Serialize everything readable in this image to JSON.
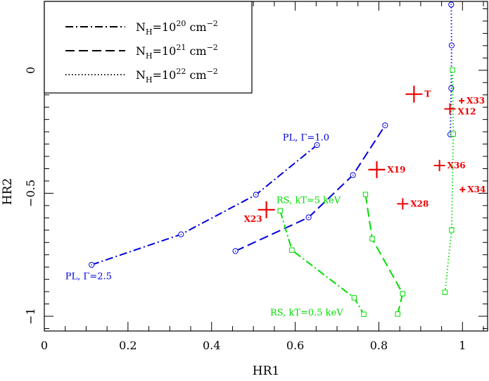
{
  "chart_data": {
    "type": "scatter",
    "title": "",
    "xlabel": "HR1",
    "ylabel": "HR2",
    "xlim": [
      0,
      1.06
    ],
    "ylim": [
      -1.06,
      0.28
    ],
    "xticks": [
      0,
      0.2,
      0.4,
      0.6,
      0.8,
      1
    ],
    "xtick_labels": [
      "0",
      "0.2",
      "0.4",
      "0.6",
      "0.8",
      "1"
    ],
    "yticks": [
      -1,
      -0.5,
      0
    ],
    "ytick_labels": [
      "−1",
      "−0.5",
      "0"
    ],
    "legend": {
      "placement": "top-left",
      "entries": [
        {
          "style": "dashdot",
          "prefix": "N",
          "sub": "H",
          "mid": "=10",
          "sup": "20",
          "unit": " cm",
          "unit_sup": "−2"
        },
        {
          "style": "dashed",
          "prefix": "N",
          "sub": "H",
          "mid": "=10",
          "sup": "21",
          "unit": " cm",
          "unit_sup": "−2"
        },
        {
          "style": "dotted",
          "prefix": "N",
          "sub": "H",
          "mid": "=10",
          "sup": "22",
          "unit": " cm",
          "unit_sup": "−2"
        }
      ]
    },
    "model_tracks": [
      {
        "color": "#0000dd",
        "marker": "circle",
        "style": "dashdot",
        "points": [
          [
            0.113,
            -0.791
          ],
          [
            0.327,
            -0.667
          ],
          [
            0.506,
            -0.506
          ],
          [
            0.652,
            -0.304
          ]
        ]
      },
      {
        "color": "#0000dd",
        "marker": "circle",
        "style": "dashed",
        "points": [
          [
            0.457,
            -0.735
          ],
          [
            0.632,
            -0.598
          ],
          [
            0.738,
            -0.426
          ],
          [
            0.815,
            -0.224
          ]
        ]
      },
      {
        "color": "#0000dd",
        "marker": "circle",
        "style": "dotted",
        "points": [
          [
            0.971,
            -0.261
          ],
          [
            0.973,
            -0.073
          ],
          [
            0.974,
            0.101
          ],
          [
            0.973,
            0.267
          ]
        ]
      },
      {
        "color": "#00dd00",
        "marker": "square",
        "style": "dashdot",
        "points": [
          [
            0.564,
            -0.571
          ],
          [
            0.592,
            -0.731
          ],
          [
            0.741,
            -0.925
          ],
          [
            0.764,
            -0.992
          ]
        ]
      },
      {
        "color": "#00dd00",
        "marker": "square",
        "style": "dashed",
        "points": [
          [
            0.768,
            -0.505
          ],
          [
            0.784,
            -0.685
          ],
          [
            0.857,
            -0.908
          ],
          [
            0.845,
            -0.991
          ]
        ]
      },
      {
        "color": "#00dd00",
        "marker": "square",
        "style": "dotted",
        "points": [
          [
            0.958,
            -0.903
          ],
          [
            0.974,
            -0.65
          ],
          [
            0.978,
            -0.259
          ],
          [
            0.976,
            0.001
          ]
        ]
      }
    ],
    "model_labels": [
      {
        "text": "PL, Γ=1.0",
        "color": "#0000dd",
        "x": 0.57,
        "y": -0.285
      },
      {
        "text": "PL, Γ=2.5",
        "color": "#0000dd",
        "x": 0.05,
        "y": -0.85
      },
      {
        "text": "RS, kT=5 keV",
        "color": "#00dd00",
        "x": 0.555,
        "y": -0.54
      },
      {
        "text": "RS, kT=0.5 keV",
        "color": "#00dd00",
        "x": 0.54,
        "y": -0.997
      }
    ],
    "sources": [
      {
        "name": "T",
        "x": 0.884,
        "y": -0.097,
        "size": "large"
      },
      {
        "name": "X33",
        "x": 0.998,
        "y": -0.124,
        "size": "small"
      },
      {
        "name": "X12",
        "x": 0.97,
        "y": -0.157,
        "size": "medium"
      },
      {
        "name": "X36",
        "x": 0.945,
        "y": -0.387,
        "size": "medium"
      },
      {
        "name": "X19",
        "x": 0.795,
        "y": -0.404,
        "size": "large"
      },
      {
        "name": "X34",
        "x": 1.0,
        "y": -0.485,
        "size": "small"
      },
      {
        "name": "X28",
        "x": 0.857,
        "y": -0.543,
        "size": "medium"
      },
      {
        "name": "X23",
        "x": 0.531,
        "y": -0.567,
        "size": "large"
      }
    ],
    "source_color": "#ee0000",
    "grid": false
  }
}
